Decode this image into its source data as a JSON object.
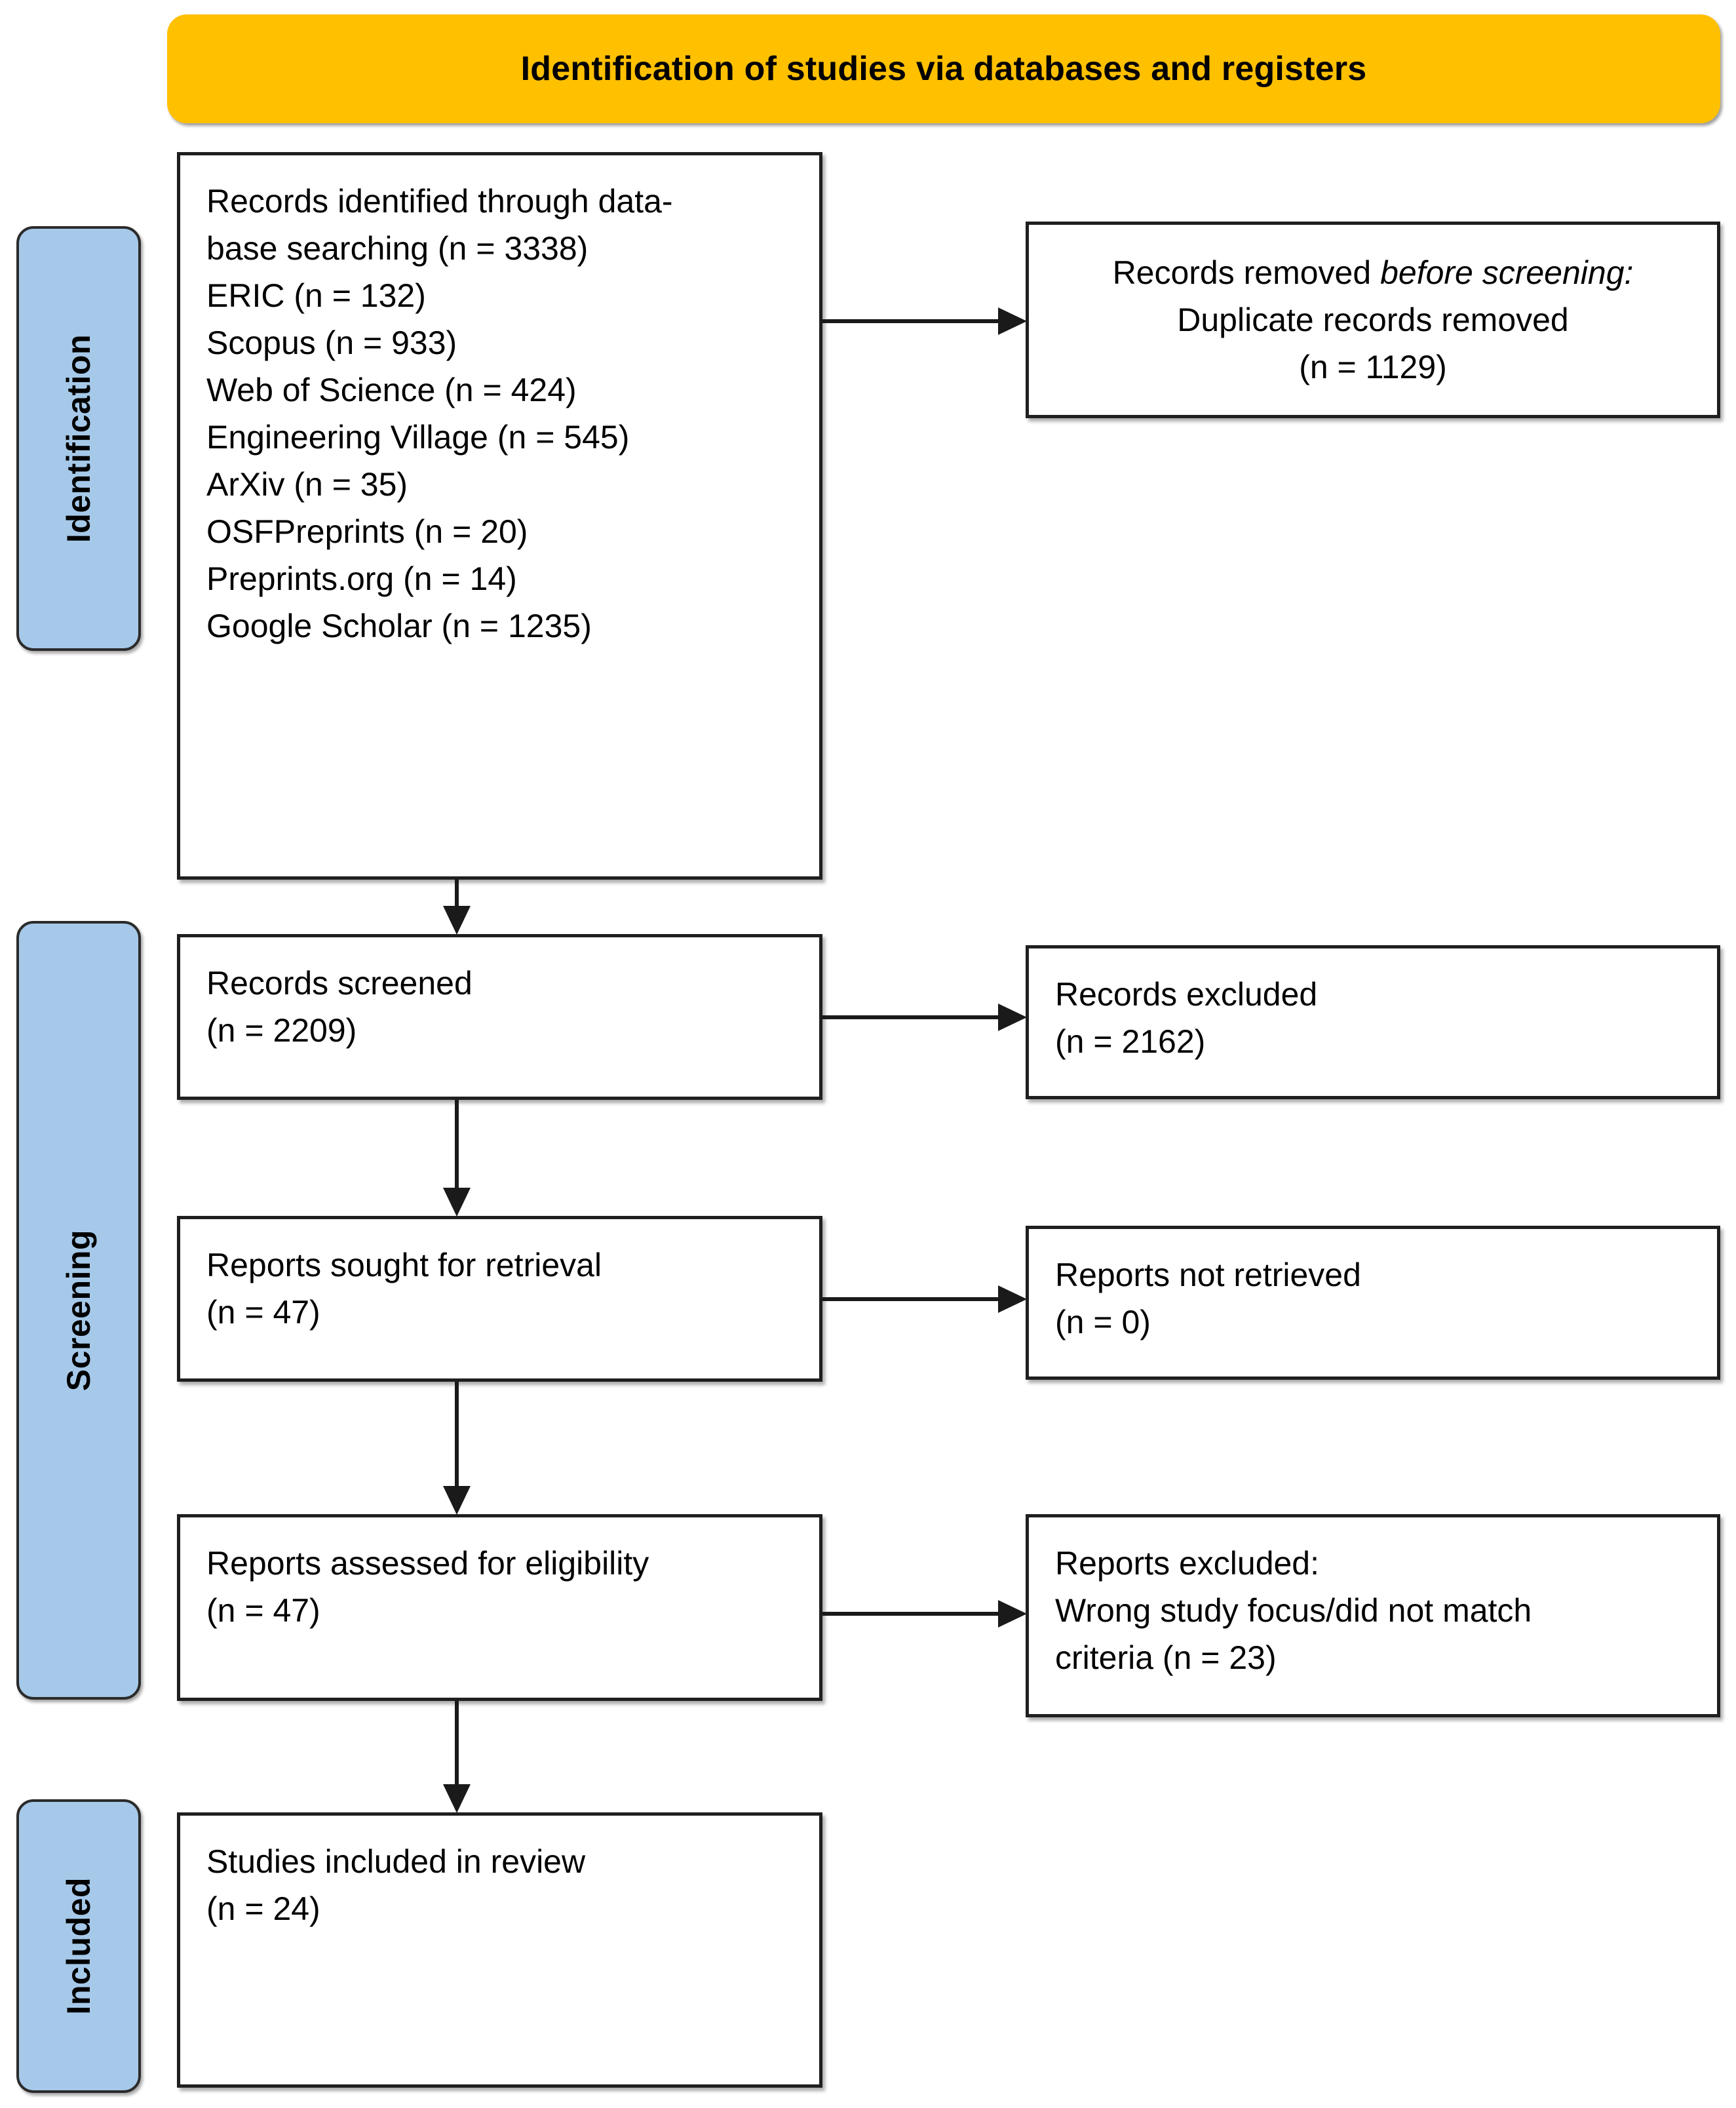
{
  "banner": {
    "title": "Identification of studies via databases and registers"
  },
  "phases": {
    "identification": "Identification",
    "screening": "Screening",
    "included": "Included"
  },
  "boxes": {
    "identified": {
      "lines": [
        "Records identified through data-",
        "base searching (n = 3338)",
        "ERIC (n = 132)",
        "Scopus (n = 933)",
        "Web of Science (n = 424)",
        "Engineering Village (n = 545)",
        "ArXiv (n = 35)",
        "OSFPreprints (n = 20)",
        "Preprints.org (n = 14)",
        "Google Scholar (n = 1235)"
      ]
    },
    "removed": {
      "line1_plain": "Records removed ",
      "line1_italic": "before screening:",
      "line2": "Duplicate records removed",
      "line3": "(n = 1129)"
    },
    "screened": {
      "line1": "Records screened",
      "line2": "(n = 2209)"
    },
    "excluded": {
      "line1": "Records excluded",
      "line2": "(n = 2162)"
    },
    "sought": {
      "line1": "Reports sought for retrieval",
      "line2": "(n = 47)"
    },
    "not_retrieved": {
      "line1": "Reports not retrieved",
      "line2": "(n = 0)"
    },
    "assessed": {
      "line1": "Reports assessed for eligibility",
      "line2": "(n = 47)"
    },
    "reports_excluded": {
      "line1": "Reports excluded:",
      "line2": "Wrong study focus/did not match",
      "line3": "criteria (n = 23)"
    },
    "included": {
      "line1": "Studies included in review",
      "line2": "(n = 24)"
    }
  },
  "colors": {
    "banner_fill": "#FFC000",
    "phase_fill": "#A6C9E9",
    "box_border": "#1F1F1F",
    "arrow": "#1A1A1A"
  },
  "chart_data": {
    "type": "diagram",
    "title": "Identification of studies via databases and registers",
    "stages": [
      {
        "phase": "Identification",
        "node": "Records identified through database searching",
        "n": 3338,
        "sources": [
          {
            "name": "ERIC",
            "n": 132
          },
          {
            "name": "Scopus",
            "n": 933
          },
          {
            "name": "Web of Science",
            "n": 424
          },
          {
            "name": "Engineering Village",
            "n": 545
          },
          {
            "name": "ArXiv",
            "n": 35
          },
          {
            "name": "OSFPreprints",
            "n": 20
          },
          {
            "name": "Preprints.org",
            "n": 14
          },
          {
            "name": "Google Scholar",
            "n": 1235
          }
        ],
        "excluded_node": "Records removed before screening: Duplicate records removed",
        "excluded_n": 1129
      },
      {
        "phase": "Screening",
        "node": "Records screened",
        "n": 2209,
        "excluded_node": "Records excluded",
        "excluded_n": 2162
      },
      {
        "phase": "Screening",
        "node": "Reports sought for retrieval",
        "n": 47,
        "excluded_node": "Reports not retrieved",
        "excluded_n": 0
      },
      {
        "phase": "Screening",
        "node": "Reports assessed for eligibility",
        "n": 47,
        "excluded_node": "Reports excluded: Wrong study focus/did not match criteria",
        "excluded_n": 23
      },
      {
        "phase": "Included",
        "node": "Studies included in review",
        "n": 24,
        "excluded_node": null,
        "excluded_n": null
      }
    ]
  }
}
